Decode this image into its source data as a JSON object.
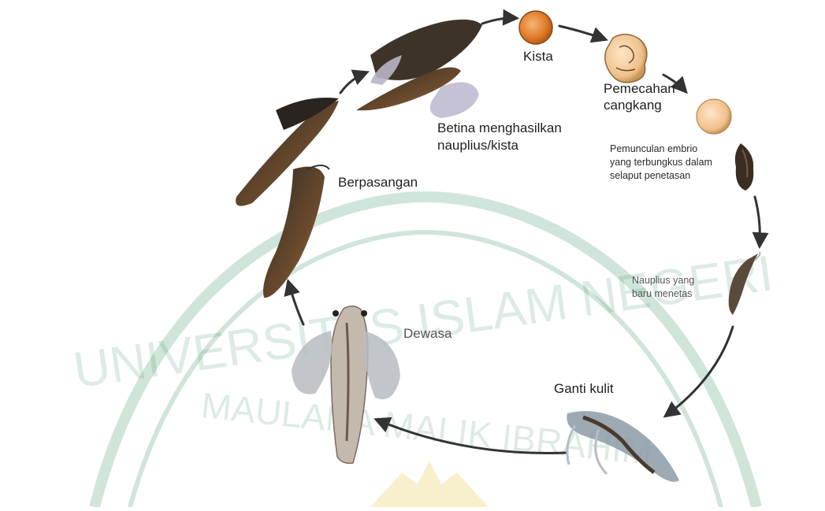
{
  "diagram": {
    "stages": [
      {
        "id": "kista",
        "label": "Kista"
      },
      {
        "id": "pemecahan",
        "label_lines": [
          "Pemecahan",
          "cangkang"
        ]
      },
      {
        "id": "pemunculan",
        "label_lines": [
          "Pemunculan embrio",
          "yang terbungkus dalam",
          "selaput penetasan"
        ]
      },
      {
        "id": "nauplius",
        "label_lines": [
          "Nauplius yang",
          "baru menetas"
        ]
      },
      {
        "id": "ganti-kulit",
        "label": "Ganti kulit"
      },
      {
        "id": "dewasa",
        "label": "Dewasa"
      },
      {
        "id": "berpasangan",
        "label": "Berpasangan"
      },
      {
        "id": "betina",
        "label_lines": [
          "Betina menghasilkan",
          "nauplius/kista"
        ]
      }
    ],
    "watermark": {
      "line1": "UNIVERSITAS ISLAM NEGERI",
      "line2": "MAULANA MALIK IBRAHIM",
      "color": "#2e8b57"
    },
    "colors": {
      "arrow": "#333333",
      "cyst_orange": "#e07a2a",
      "cyst_pale": "#f2c28f"
    }
  }
}
